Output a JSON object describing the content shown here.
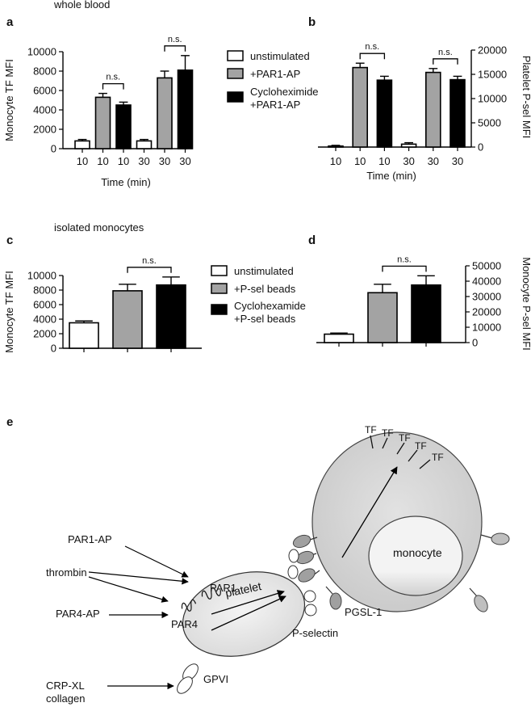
{
  "panels": {
    "a": "a",
    "b": "b",
    "c": "c",
    "d": "d",
    "e": "e"
  },
  "section_titles": {
    "whole_blood": "whole blood",
    "isolated_monocytes": "isolated monocytes"
  },
  "significance_label": "n.s.",
  "colors": {
    "unstimulated": "#ffffff",
    "agonist": "#a3a3a3",
    "cycloheximide": "#000000",
    "cell": "#dcdcdc",
    "outline": "#333333"
  },
  "chart_data": [
    {
      "panel": "a",
      "type": "bar",
      "categories": [
        "10",
        "10",
        "10",
        "30",
        "30",
        "30"
      ],
      "values": [
        800,
        5300,
        4500,
        800,
        7300,
        8100
      ],
      "errors": [
        150,
        400,
        300,
        150,
        700,
        1500
      ],
      "fills": [
        "#ffffff",
        "#a3a3a3",
        "#000000",
        "#ffffff",
        "#a3a3a3",
        "#000000"
      ],
      "ylabel": "Monocyte TF MFI",
      "xlabel": "Time (min)",
      "ylim": [
        0,
        10000
      ],
      "yticks": [
        0,
        2000,
        4000,
        6000,
        8000,
        10000
      ],
      "y_axis_side": "left",
      "significance": [
        [
          1,
          2
        ],
        [
          4,
          5
        ]
      ]
    },
    {
      "panel": "b",
      "type": "bar",
      "categories": [
        "10",
        "10",
        "10",
        "30",
        "30",
        "30"
      ],
      "values": [
        200,
        16400,
        13800,
        600,
        15400,
        13900
      ],
      "errors": [
        150,
        900,
        800,
        300,
        800,
        700
      ],
      "fills": [
        "#ffffff",
        "#a3a3a3",
        "#000000",
        "#ffffff",
        "#a3a3a3",
        "#000000"
      ],
      "ylabel": "Platelet P-sel MFI",
      "xlabel": "Time (min)",
      "ylim": [
        0,
        20000
      ],
      "yticks": [
        0,
        5000,
        10000,
        15000,
        20000
      ],
      "y_axis_side": "right",
      "significance": [
        [
          1,
          2
        ],
        [
          4,
          5
        ]
      ]
    },
    {
      "panel": "c",
      "type": "bar",
      "categories": [
        "",
        "",
        ""
      ],
      "values": [
        3500,
        7900,
        8700
      ],
      "errors": [
        250,
        900,
        1100
      ],
      "fills": [
        "#ffffff",
        "#a3a3a3",
        "#000000"
      ],
      "ylabel": "Monocyte TF MFI",
      "xlabel": "",
      "ylim": [
        0,
        10000
      ],
      "yticks": [
        0,
        2000,
        4000,
        6000,
        8000,
        10000
      ],
      "y_axis_side": "left",
      "significance": [
        [
          1,
          2
        ]
      ]
    },
    {
      "panel": "d",
      "type": "bar",
      "categories": [
        "",
        "",
        ""
      ],
      "values": [
        5500,
        32500,
        37500
      ],
      "errors": [
        700,
        5500,
        6000
      ],
      "fills": [
        "#ffffff",
        "#a3a3a3",
        "#000000"
      ],
      "ylabel": "Monocyte P-sel MFI",
      "xlabel": "",
      "ylim": [
        0,
        50000
      ],
      "yticks": [
        0,
        10000,
        20000,
        30000,
        40000,
        50000
      ],
      "y_axis_side": "right",
      "significance": [
        [
          1,
          2
        ]
      ]
    }
  ],
  "legend_top": [
    {
      "label": "unstimulated",
      "fill": "#ffffff"
    },
    {
      "label": "+PAR1-AP",
      "fill": "#a3a3a3"
    },
    {
      "label": "Cycloheximide",
      "label2": "+PAR1-AP",
      "fill": "#000000"
    }
  ],
  "legend_bottom": [
    {
      "label": "unstimulated",
      "fill": "#ffffff"
    },
    {
      "label": "+P-sel beads",
      "fill": "#a3a3a3"
    },
    {
      "label": "Cyclohexamide",
      "label2": "+P-sel beads",
      "fill": "#000000"
    }
  ],
  "diagram": {
    "tf_labels": [
      "TF",
      "TF",
      "TF",
      "TF",
      "TF"
    ],
    "monocyte": "monocyte",
    "platelet": "platelet",
    "par1": "PAR1",
    "par4": "PAR4",
    "pgsl1": "PGSL-1",
    "pselectin": "P-selectin",
    "gpvi": "GPVI",
    "agonists": {
      "par1_ap": "PAR1-AP",
      "thrombin": "thrombin",
      "par4_ap": "PAR4-AP",
      "crp_xl": "CRP-XL",
      "collagen": "collagen"
    }
  }
}
